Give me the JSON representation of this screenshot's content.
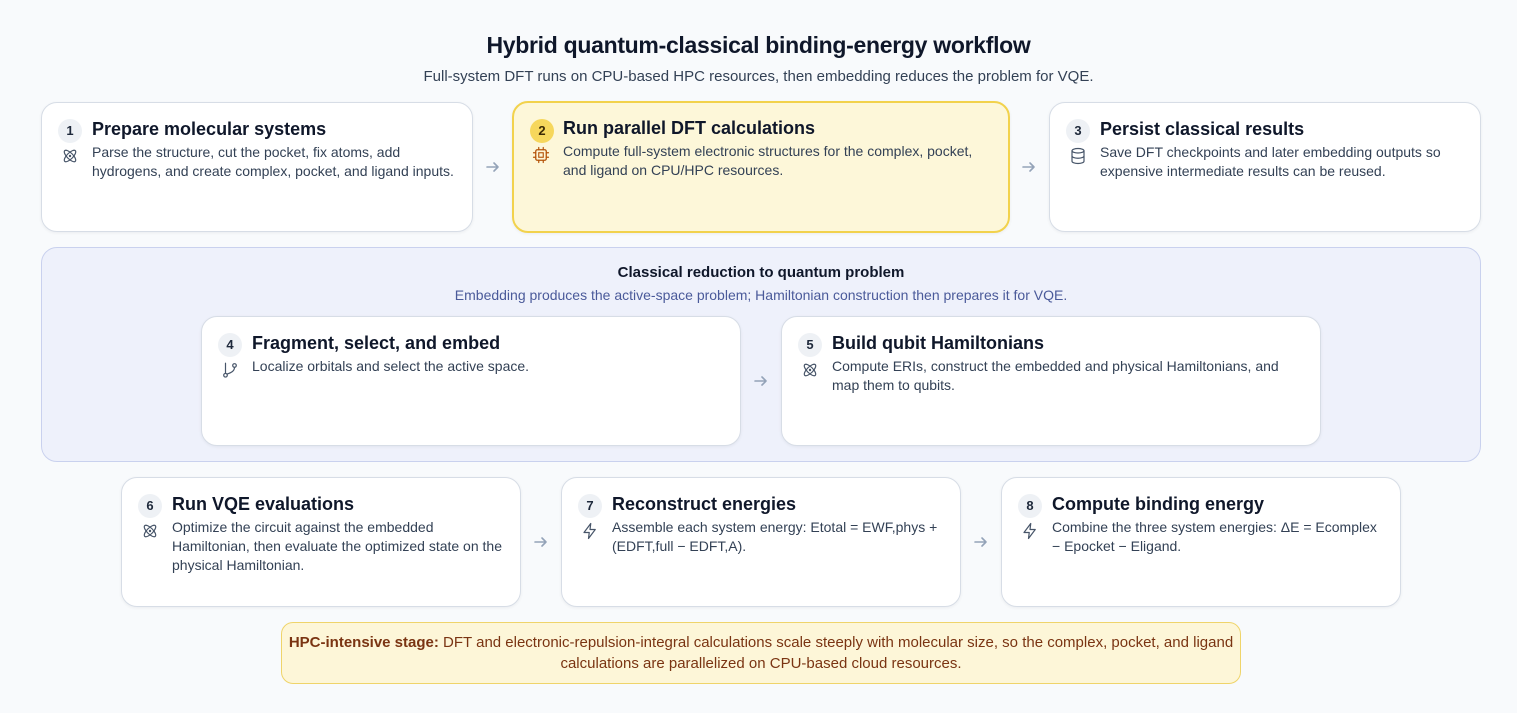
{
  "header": {
    "title": "Hybrid quantum-classical binding-energy workflow",
    "subtitle": "Full-system DFT runs on CPU-based HPC resources, then embedding reduces the problem for VQE."
  },
  "steps": [
    {
      "number": "1",
      "title": "Prepare molecular systems",
      "description": "Parse the structure, cut the pocket, fix atoms, add hydrogens, and create complex, pocket, and ligand inputs.",
      "icon": "atom-icon"
    },
    {
      "number": "2",
      "title": "Run parallel DFT calculations",
      "description": "Compute full-system electronic structures for the complex, pocket, and ligand on CPU/HPC resources.",
      "icon": "cpu-icon"
    },
    {
      "number": "3",
      "title": "Persist classical results",
      "description": "Save DFT checkpoints and later embedding outputs so expensive intermediate results can be reused.",
      "icon": "database-icon"
    },
    {
      "number": "4",
      "title": "Fragment, select, and embed",
      "description": "Localize orbitals and select the active space.",
      "icon": "git-branch-icon"
    },
    {
      "number": "5",
      "title": "Build qubit Hamiltonians",
      "description": "Compute ERIs, construct the embedded and physical Hamiltonians, and map them to qubits.",
      "icon": "atom-icon"
    },
    {
      "number": "6",
      "title": "Run VQE evaluations",
      "description": "Optimize the circuit against the embedded Hamiltonian, then evaluate the optimized state on the physical Hamiltonian.",
      "icon": "atom-icon"
    },
    {
      "number": "7",
      "title": "Reconstruct energies",
      "description": "Assemble each system energy: Etotal = EWF,phys + (EDFT,full − EDFT,A).",
      "icon": "lightning-icon"
    },
    {
      "number": "8",
      "title": "Compute binding energy",
      "description": "Combine the three system energies: ΔE = Ecomplex − Epocket − Eligand.",
      "icon": "lightning-icon"
    }
  ],
  "group": {
    "title": "Classical reduction to quantum problem",
    "subtitle": "Embedding produces the active-space problem; Hamiltonian construction then prepares it for VQE."
  },
  "note": {
    "label": "HPC-intensive stage:",
    "text": " DFT and electronic-repulsion-integral calculations scale steeply with molecular size, so the complex, pocket, and ligand calculations are parallelized on CPU-based cloud resources."
  },
  "colors": {
    "highlight_fill": "#fdf7d9",
    "highlight_border": "#f2d24c",
    "group_fill": "#eef1fb",
    "note_text": "#7a3412"
  }
}
